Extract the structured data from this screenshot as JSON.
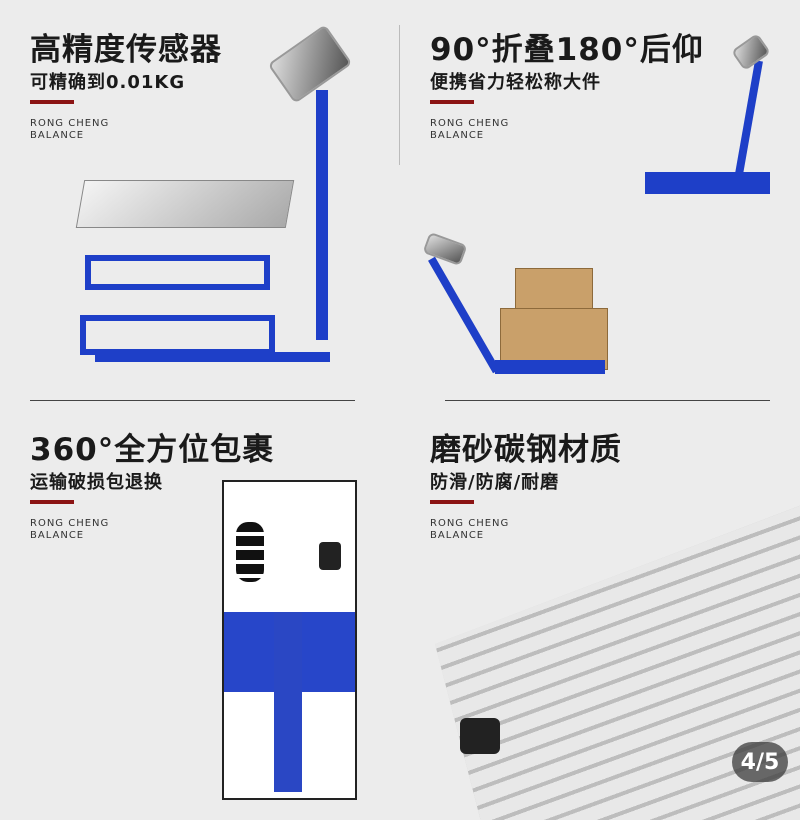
{
  "panels": [
    {
      "title": "高精度传感器",
      "subtitle": "可精确到0.01KG",
      "brand": [
        "RONG CHENG",
        "BALANCE"
      ]
    },
    {
      "title": "90°折叠180°后仰",
      "subtitle": "便携省力轻松称大件",
      "brand": [
        "RONG CHENG",
        "BALANCE"
      ]
    },
    {
      "title": "360°全方位包裹",
      "subtitle": "运输破损包退换",
      "brand": [
        "RONG CHENG",
        "BALANCE"
      ]
    },
    {
      "title": "磨砂碳钢材质",
      "subtitle": "防滑/防腐/耐磨",
      "brand": [
        "RONG CHENG",
        "BALANCE"
      ]
    }
  ],
  "page_indicator": "4/5"
}
